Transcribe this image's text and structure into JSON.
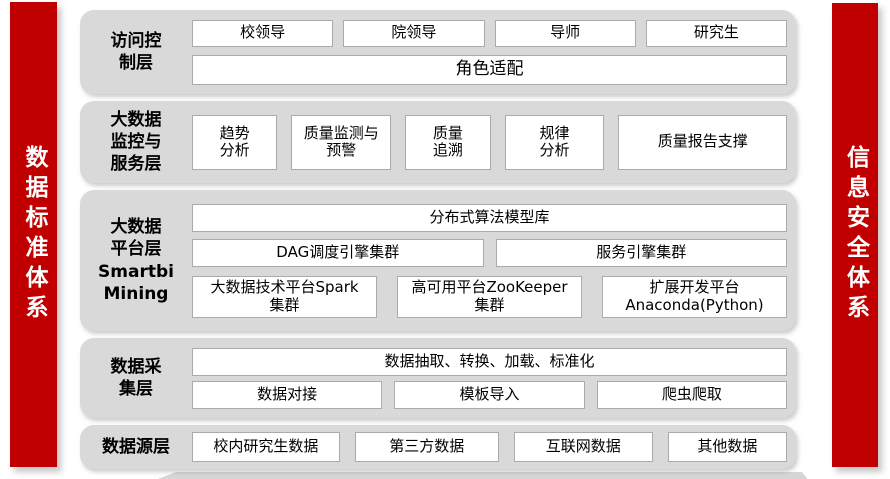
{
  "sidebars": {
    "left_label": "数据标准体系",
    "right_label": "信息安全体系",
    "bar_color": "#c00000"
  },
  "layers": [
    {
      "label": "访问控\n制层",
      "rows": [
        {
          "items": [
            "校领导",
            "院领导",
            "导师",
            "研究生"
          ]
        },
        {
          "items": [
            "角色适配"
          ]
        }
      ]
    },
    {
      "label": "大数据\n监控与\n服务层",
      "rows": [
        {
          "items": [
            "趋势\n分析",
            "质量监测与\n预警",
            "质量\n追溯",
            "规律\n分析",
            "质量报告支撑"
          ]
        }
      ]
    },
    {
      "label": "大数据\n平台层\nSmartbi\nMining",
      "rows": [
        {
          "items": [
            "分布式算法模型库"
          ]
        },
        {
          "items": [
            "DAG调度引擎集群",
            "服务引擎集群"
          ]
        },
        {
          "items": [
            "大数据技术平台Spark\n集群",
            "高可用平台ZooKeeper\n集群",
            "扩展开发平台\nAnaconda(Python)"
          ]
        }
      ]
    },
    {
      "label": "数据采\n集层",
      "rows": [
        {
          "items": [
            "数据抽取、转换、加载、标准化"
          ]
        },
        {
          "items": [
            "数据对接",
            "模板导入",
            "爬虫爬取"
          ]
        }
      ]
    },
    {
      "label": "数据源层",
      "rows": [
        {
          "items": [
            "校内研究生数据",
            "第三方数据",
            "互联网数据",
            "其他数据"
          ]
        }
      ]
    }
  ]
}
